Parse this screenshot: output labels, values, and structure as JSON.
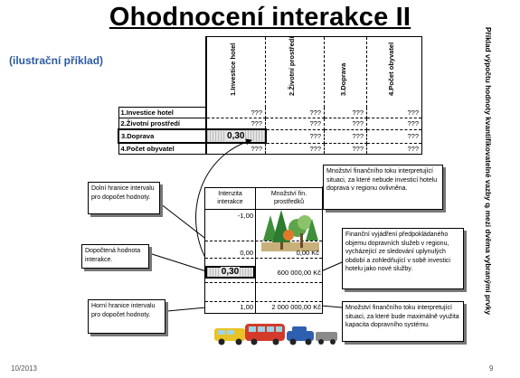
{
  "header": {
    "title": "Ohodnocení interakce II",
    "subtitle": "(ilustrační příklad)",
    "side_note": "Příklad výpočtu hodnoty kvantifikovatelné vazby qᵢ mezi dvěma vybranými prvky"
  },
  "matrix": {
    "columns": [
      "1.Investice hotel",
      "2.Životní prostředí",
      "3.Doprava",
      "4.Počet obyvatel"
    ],
    "rows": [
      {
        "label": "1.Investice hotel",
        "cells": [
          "???",
          "???",
          "???",
          "???"
        ]
      },
      {
        "label": "2.Životní prostředí",
        "cells": [
          "???",
          "???",
          "???",
          "???"
        ]
      },
      {
        "label": "3.Doprava",
        "cells": [
          "0,30",
          "???",
          "???",
          "???"
        ]
      },
      {
        "label": "4.Počet obyvatel",
        "cells": [
          "???",
          "???",
          "???",
          "???"
        ]
      }
    ]
  },
  "scale": {
    "col1_header": "Intenzita interakce",
    "col2_header": "Množství fin. prostředků",
    "top_value": "-1,00",
    "zero_value": "0,00",
    "zero_amount": "0,00 Kč",
    "highlight_value": "0,30",
    "highlight_amount": "600 000,00 Kč",
    "max_value": "1,00",
    "max_amount": "2 000 000,00 Kč"
  },
  "callouts": {
    "lower_bound": "Dolní hranice intervalu pro dopočet hodnoty.",
    "computed": "Dopočtená hodnota interakce.",
    "upper_bound": "Horní hranice intervalu pro dopočet hodnoty.",
    "zero_text": "Množství finančního toku interpretující situaci, za které nebude investicí hotelu doprava v regionu ovlivněna.",
    "middle_text": "Finanční vyjádření předpokládaného objemu dopravních služeb v regionu, vycházející ze sledování uplynulých období a zohledňující v sobě investici hotelu jako nové služby.",
    "max_text": "Množství finančního toku interpretující situaci, za které bude maximálně využita kapacita dopravního systému."
  },
  "footer": {
    "date": "10/2013",
    "page": "9"
  },
  "colors": {
    "subtitle": "#2c5aa0",
    "highlight_fill": "#d9d9d9",
    "tree_green": "#3f8f3a",
    "vehicle_red": "#d23b2a",
    "vehicle_yellow": "#e9c225",
    "vehicle_blue": "#2f5fb0"
  }
}
